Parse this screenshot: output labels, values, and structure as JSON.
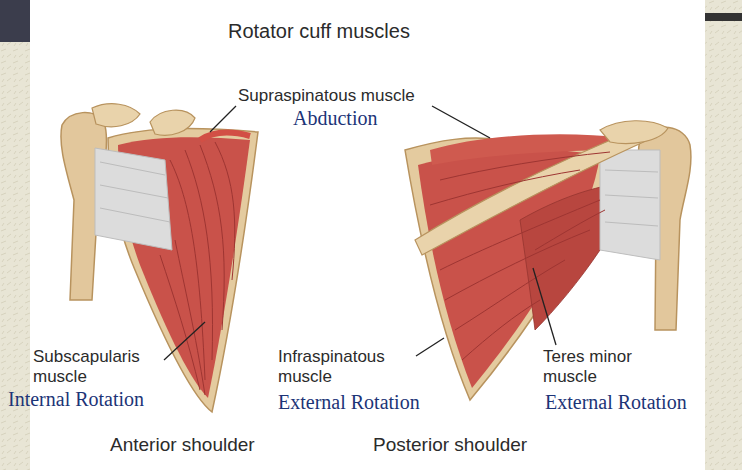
{
  "diagram": {
    "title": "Rotator cuff muscles",
    "labels": [
      "Supraspinatous muscle",
      "Abduction",
      "Subscapularis muscle",
      "Internal Rotation",
      "Infraspinatous muscle",
      "External Rotation",
      "Teres minor muscle",
      "External Rotation",
      "Anterior shoulder",
      "Posterior shoulder"
    ]
  }
}
